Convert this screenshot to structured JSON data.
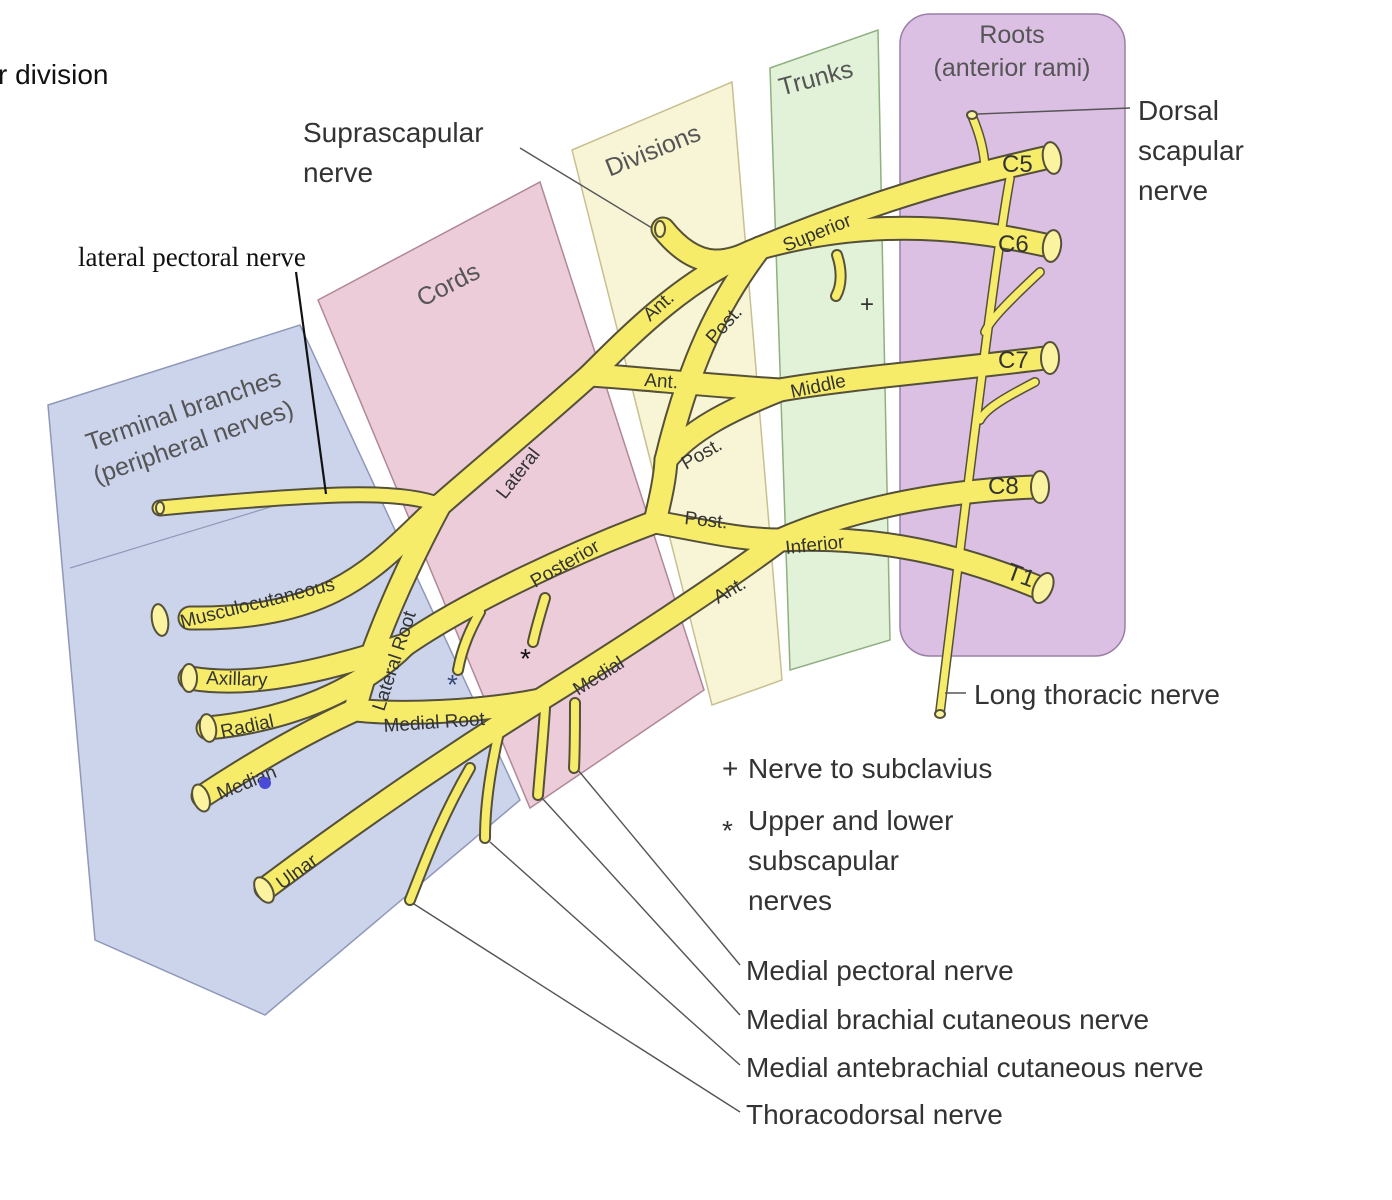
{
  "header": {
    "partial_title": "r division"
  },
  "panels": {
    "terminal": {
      "line1": "Terminal branches",
      "line2": "(peripheral nerves)",
      "fill": "#ccd4ec"
    },
    "cords": {
      "label": "Cords",
      "fill": "#ecccd8"
    },
    "divisions": {
      "label": "Divisions",
      "fill": "#f8f4d6"
    },
    "trunks": {
      "label": "Trunks",
      "fill": "#e2f2d8"
    },
    "roots": {
      "line1": "Roots",
      "line2": "(anterior rami)",
      "fill": "#dcc0e4"
    }
  },
  "roots": [
    "C5",
    "C6",
    "C7",
    "C8",
    "T1"
  ],
  "trunks": {
    "superior": "Superior",
    "middle": "Middle",
    "inferior": "Inferior"
  },
  "divisions": {
    "ant": "Ant.",
    "post": "Post."
  },
  "cords": {
    "lateral": "Lateral",
    "posterior": "Posterior",
    "medial": "Medial"
  },
  "roots_of_median": {
    "lateral": "Lateral Root",
    "medial": "Medial Root"
  },
  "terminal_branches": {
    "musculocutaneous": "Musculocutaneous",
    "axillary": "Axillary",
    "radial": "Radial",
    "median": "Median",
    "ulnar": "Ulnar"
  },
  "labels": {
    "suprascapular_1": "Suprascapular",
    "suprascapular_2": "nerve",
    "lateral_pectoral": "lateral pectoral nerve",
    "dorsal_1": "Dorsal",
    "dorsal_2": "scapular",
    "dorsal_3": "nerve",
    "long_thoracic": "Long thoracic nerve",
    "medial_pectoral": "Medial pectoral nerve",
    "medial_brachial": "Medial brachial cutaneous nerve",
    "medial_antebrachial": "Medial antebrachial cutaneous nerve",
    "thoracodorsal": "Thoracodorsal nerve"
  },
  "legend": {
    "plus_symbol": "+",
    "plus_text": "Nerve to subclavius",
    "star_symbol": "*",
    "star_text_1": "Upper and lower",
    "star_text_2": "subscapular",
    "star_text_3": "nerves"
  },
  "colors": {
    "nerve": "#f6ec6a",
    "nerve_outline": "#55503a"
  }
}
